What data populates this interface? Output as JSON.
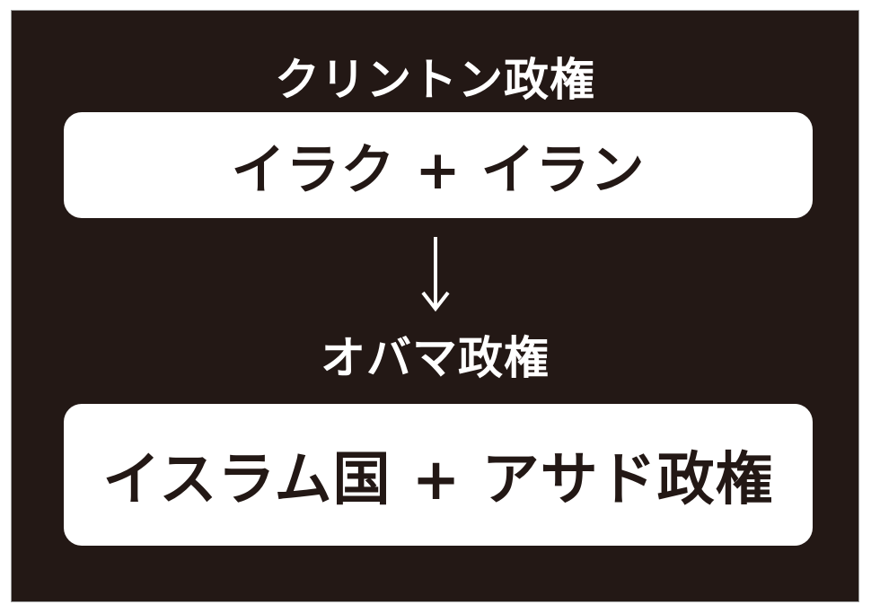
{
  "diagram": {
    "top_heading": "クリントン政権",
    "top_box": "イラク + イラン",
    "arrow_icon": "down-arrow-icon",
    "bottom_heading": "オバマ政権",
    "bottom_box": "イスラム国 + アサド政権"
  },
  "colors": {
    "background": "#231815",
    "box": "#ffffff",
    "text_dark": "#231815",
    "text_light": "#ffffff"
  }
}
